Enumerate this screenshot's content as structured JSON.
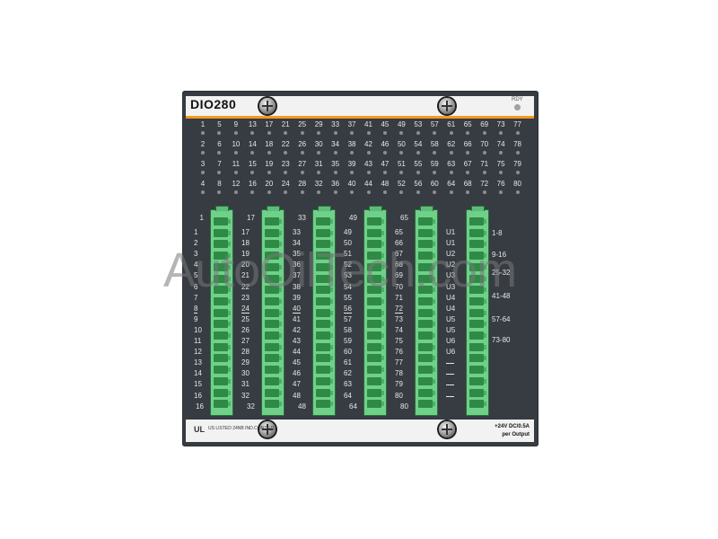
{
  "module": {
    "title": "DIO280",
    "status_label": "RDY",
    "certification": "US LISTED 24NB IND.CONT.EQ.",
    "certification_logo": "UL",
    "spec_line1": "+24V DC/0.5A",
    "spec_line2": "per Output"
  },
  "led_matrix": {
    "rows": [
      [
        "1",
        "5",
        "9",
        "13",
        "17",
        "21",
        "25",
        "29",
        "33",
        "37",
        "41",
        "45",
        "49",
        "53",
        "57",
        "61",
        "65",
        "69",
        "73",
        "77"
      ],
      [
        "2",
        "6",
        "10",
        "14",
        "18",
        "22",
        "26",
        "30",
        "34",
        "38",
        "42",
        "46",
        "50",
        "54",
        "58",
        "62",
        "66",
        "70",
        "74",
        "78"
      ],
      [
        "3",
        "7",
        "11",
        "15",
        "19",
        "23",
        "27",
        "31",
        "35",
        "39",
        "43",
        "47",
        "51",
        "55",
        "59",
        "63",
        "67",
        "71",
        "75",
        "79"
      ],
      [
        "4",
        "8",
        "12",
        "16",
        "20",
        "24",
        "28",
        "32",
        "36",
        "40",
        "44",
        "48",
        "52",
        "56",
        "60",
        "64",
        "68",
        "72",
        "76",
        "80"
      ]
    ]
  },
  "connectors": [
    {
      "top": "1",
      "pins": [
        "1",
        "2",
        "3",
        "4",
        "5",
        "6",
        "7",
        "8",
        "9",
        "10",
        "11",
        "12",
        "13",
        "14",
        "15",
        "16"
      ],
      "bottom": "16"
    },
    {
      "top": "17",
      "pins": [
        "17",
        "18",
        "19",
        "20",
        "21",
        "22",
        "23",
        "24",
        "25",
        "26",
        "27",
        "28",
        "29",
        "30",
        "31",
        "32"
      ],
      "bottom": "32"
    },
    {
      "top": "33",
      "pins": [
        "33",
        "34",
        "35",
        "36",
        "37",
        "38",
        "39",
        "40",
        "41",
        "42",
        "43",
        "44",
        "45",
        "46",
        "47",
        "48"
      ],
      "bottom": "48"
    },
    {
      "top": "49",
      "pins": [
        "49",
        "50",
        "51",
        "52",
        "53",
        "54",
        "55",
        "56",
        "57",
        "58",
        "59",
        "60",
        "61",
        "62",
        "63",
        "64"
      ],
      "bottom": "64"
    },
    {
      "top": "65",
      "pins": [
        "65",
        "66",
        "67",
        "68",
        "69",
        "70",
        "71",
        "72",
        "73",
        "74",
        "75",
        "76",
        "77",
        "78",
        "79",
        "80"
      ],
      "bottom": "80"
    },
    {
      "top": "",
      "pins": [
        "U1",
        "U1",
        "U2",
        "U2",
        "U3",
        "U3",
        "U4",
        "U4",
        "U5",
        "U5",
        "U6",
        "U6",
        "",
        "",
        "",
        ""
      ],
      "bottom": ""
    }
  ],
  "groups": [
    "1-8",
    "9-16",
    "25-32",
    "41-48",
    "57-64",
    "73-80"
  ],
  "watermark": "AutoOilTech.com",
  "colors": {
    "housing": "#373c42",
    "accent_stripe": "#f39a1e",
    "terminal_green": "#6fd08a"
  },
  "icons": [
    "screw-icon",
    "led-icon",
    "ul-certification-icon"
  ]
}
